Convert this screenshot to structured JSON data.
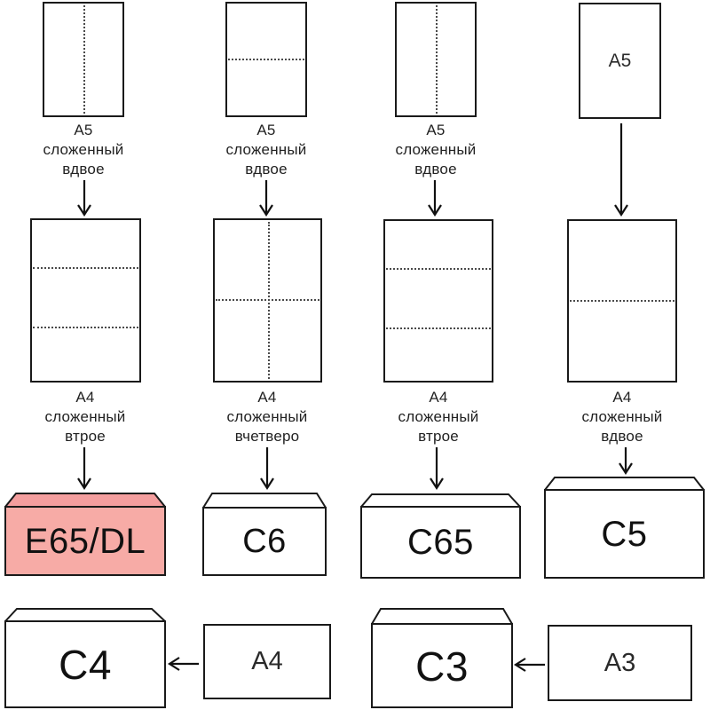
{
  "colors": {
    "highlight_flap": "#F49E9E",
    "highlight_body": "#F7ABA6",
    "line": "#1a1a1a"
  },
  "columns": [
    {
      "a5": {
        "fold": "half-vertical",
        "label": [
          "А5",
          "сложенный",
          "вдвое"
        ]
      },
      "a4": {
        "fold": "thirds-horizontal",
        "label": [
          "А4",
          "сложенный",
          "втрое"
        ]
      },
      "envelope": {
        "code": "E65/DL",
        "highlighted": true
      }
    },
    {
      "a5": {
        "fold": "half-horizontal",
        "label": [
          "А5",
          "сложенный",
          "вдвое"
        ]
      },
      "a4": {
        "fold": "quarters",
        "label": [
          "А4",
          "сложенный",
          "вчетверо"
        ]
      },
      "envelope": {
        "code": "C6",
        "highlighted": false
      }
    },
    {
      "a5": {
        "fold": "half-vertical",
        "label": [
          "А5",
          "сложенный",
          "вдвое"
        ]
      },
      "a4": {
        "fold": "thirds-horizontal",
        "label": [
          "А4",
          "сложенный",
          "втрое"
        ]
      },
      "envelope": {
        "code": "C65",
        "highlighted": false
      }
    },
    {
      "a5": {
        "fold": "none",
        "inner_label": "А5"
      },
      "a4": {
        "fold": "half-horizontal",
        "label": [
          "А4",
          "сложенный",
          "вдвое"
        ]
      },
      "envelope": {
        "code": "C5",
        "highlighted": false
      }
    }
  ],
  "bottom_row": [
    {
      "envelope_code": "C4",
      "paper_label": "А4"
    },
    {
      "envelope_code": "C3",
      "paper_label": "А3"
    }
  ]
}
